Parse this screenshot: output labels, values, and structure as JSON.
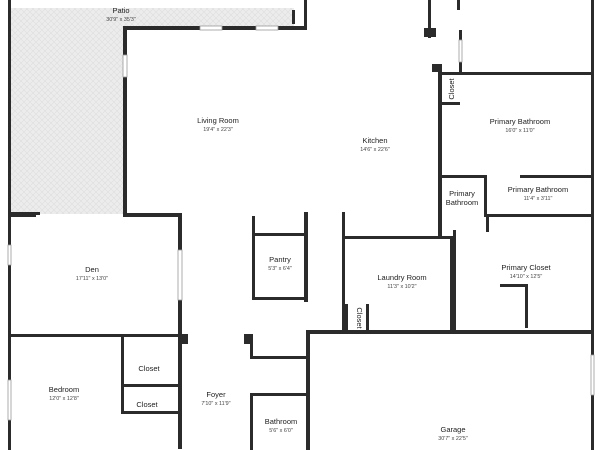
{
  "rooms": {
    "patio": {
      "name": "Patio",
      "dims": "30'9\" x 35'3\""
    },
    "living_room": {
      "name": "Living Room",
      "dims": "19'4\" x 22'3\""
    },
    "kitchen": {
      "name": "Kitchen",
      "dims": "14'6\" x 22'6\""
    },
    "closet_top": {
      "name": "Closet"
    },
    "primary_bathroom": {
      "name": "Primary Bathroom",
      "dims": "16'0\" x 11'0\""
    },
    "primary_bathroom_small": {
      "name_line1": "Primary",
      "name_line2": "Bathroom"
    },
    "primary_bathroom_2": {
      "name": "Primary Bathroom",
      "dims": "11'4\" x 3'11\""
    },
    "den": {
      "name": "Den",
      "dims": "17'11\" x 13'0\""
    },
    "pantry": {
      "name": "Pantry",
      "dims": "5'3\" x 6'4\""
    },
    "laundry_room": {
      "name": "Laundry Room",
      "dims": "11'3\" x 10'2\""
    },
    "closet_laundry": {
      "name": "Closet"
    },
    "primary_closet": {
      "name": "Primary Closet",
      "dims": "14'10\" x 12'5\""
    },
    "closet_bed_1": {
      "name": "Closet"
    },
    "closet_bed_2": {
      "name": "Closet"
    },
    "bedroom": {
      "name": "Bedroom",
      "dims": "12'0\" x 12'8\""
    },
    "foyer": {
      "name": "Foyer",
      "dims": "7'10\" x 11'9\""
    },
    "bathroom": {
      "name": "Bathroom",
      "dims": "5'6\" x 6'0\""
    },
    "garage": {
      "name": "Garage",
      "dims": "30'7\" x 22'5\""
    }
  },
  "colors": {
    "wall": "#2b2b2b",
    "background": "#ffffff",
    "patio": "#ededed"
  }
}
